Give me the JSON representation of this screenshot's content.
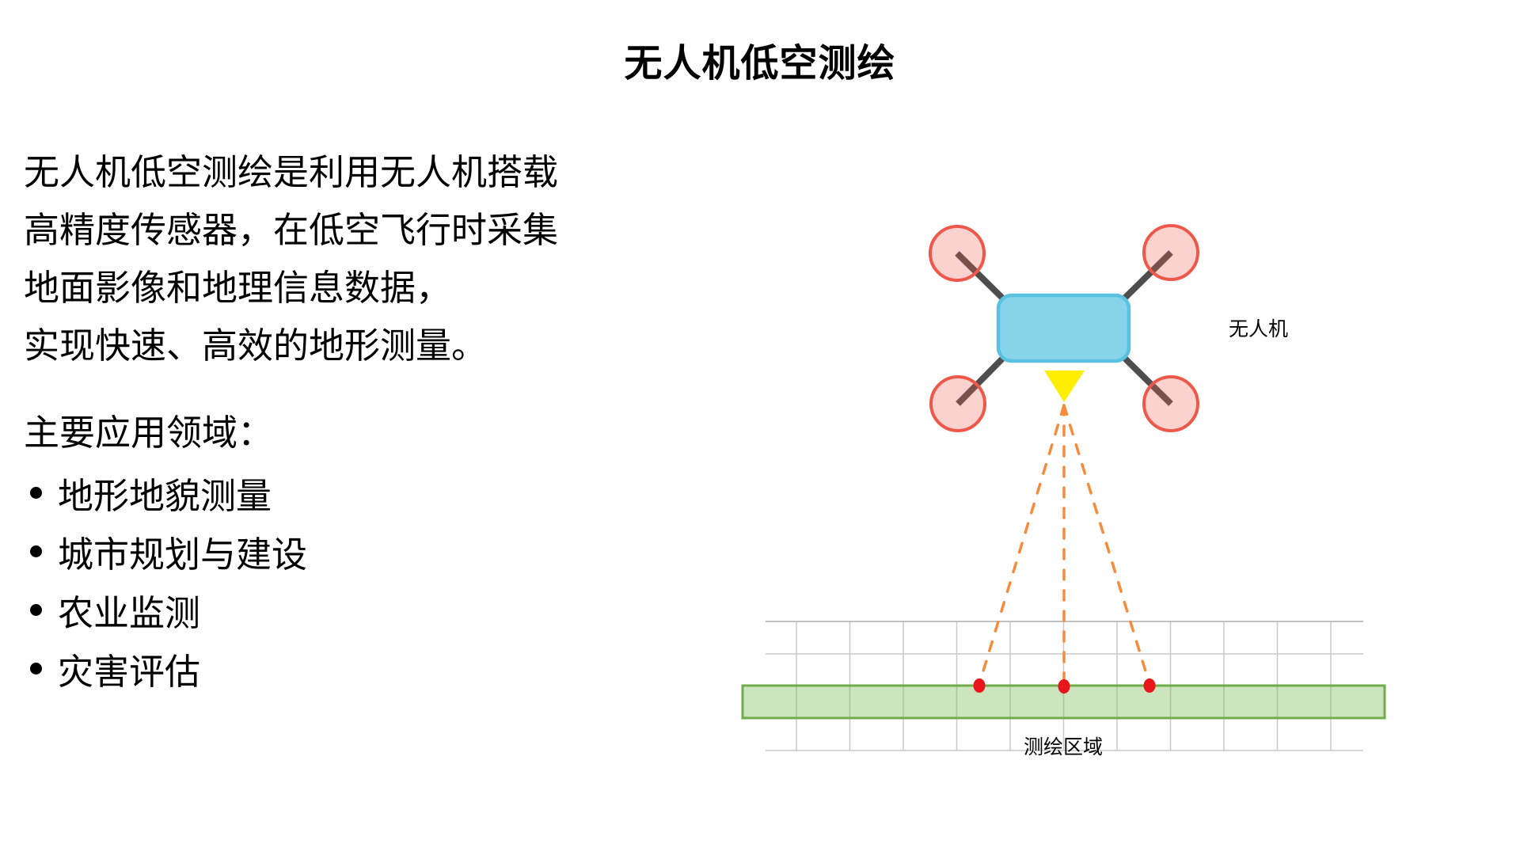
{
  "page": {
    "title": "无人机低空测绘",
    "background": "#FFFFFF"
  },
  "intro_lines": [
    "无人机低空测绘是利用无人机搭载",
    "高精度传感器，在低空飞行时采集",
    "地面影像和地理信息数据，",
    "实现快速、高效的地形测量。"
  ],
  "applications": {
    "heading": "主要应用领域：",
    "items": [
      "地形地貌测量",
      "城市规划与建设",
      "农业监测",
      "灾害评估"
    ]
  },
  "diagram": {
    "drone_label": "无人机",
    "area_label": "测绘区域",
    "colors": {
      "body_fill": "#87D3EA",
      "body_stroke": "#59C2DF",
      "rotor_fill": "rgba(240,90,74,0.27)",
      "rotor_stroke": "#EE584A",
      "arm_gray": "#4D4D4D",
      "camera_yellow": "#FFEE00",
      "ray_orange": "#F78B3D",
      "dot_red": "#E8151A",
      "strip_fill": "rgba(121,186,84,0.38)",
      "strip_stroke": "#70AD47",
      "grid_line": "#C9C9C9",
      "grid_top_line": "#C0C0C0",
      "text": "#000000"
    }
  }
}
